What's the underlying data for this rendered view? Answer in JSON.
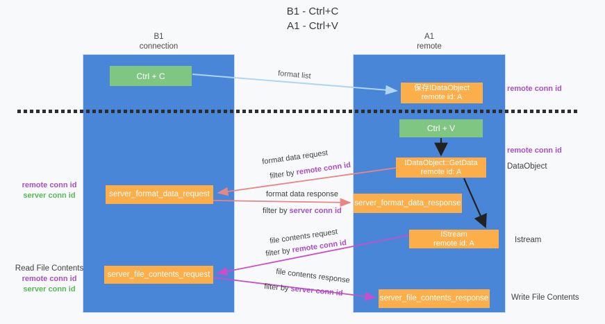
{
  "title": {
    "line1": "B1 - Ctrl+C",
    "line2": "A1 - Ctrl+V"
  },
  "lanes": {
    "left": {
      "name": "B1",
      "role": "connection"
    },
    "right": {
      "name": "A1",
      "role": "remote"
    }
  },
  "nodes": {
    "ctrl_c": {
      "label": "Ctrl + C"
    },
    "ctrl_v": {
      "label": "Ctrl + V"
    },
    "saved_idataobject": {
      "line1": "保存IDataObject",
      "line2": "remote id: A"
    },
    "getdata": {
      "line1": "IDataObject::GetData",
      "line2": "remote id: A"
    },
    "istream": {
      "line1": "IStream",
      "line2": "remote id: A"
    },
    "format_request": {
      "label": "server_format_data_request"
    },
    "format_response": {
      "label": "server_format_data_response"
    },
    "file_request": {
      "label": "server_file_contents_request"
    },
    "file_response": {
      "label": "server_file_contents_response"
    }
  },
  "flows": {
    "format_list": {
      "label": "format list"
    },
    "format_data_request": {
      "label": "format data request",
      "filter_prefix": "filter by",
      "filter_key": "remote conn id"
    },
    "format_data_response": {
      "label": "format data response",
      "filter_prefix": "filter by",
      "filter_key": "server conn id"
    },
    "file_contents_request": {
      "label": "file contents request",
      "filter_prefix": "filter by",
      "filter_key": "remote conn id"
    },
    "file_contents_response": {
      "label": "file contents response",
      "filter_prefix": "filter by",
      "filter_key": "server conn id"
    }
  },
  "side_labels": {
    "right_top_conn": "remote conn id",
    "right_mid_conn": "remote conn id",
    "dataobject": "DataObject",
    "istream": "Istream",
    "write_file": "Write File Contents",
    "left_mid_remote": "remote conn id",
    "left_mid_server": "server conn id",
    "read_file": "Read File Contents",
    "left_bottom_remote": "remote conn id",
    "left_bottom_server": "server conn id"
  },
  "colors": {
    "lane_blue": "#4a86d8",
    "box_green": "#7fc682",
    "box_orange": "#fbae49",
    "arrow_light_blue": "#aed5f2",
    "arrow_red": "#e88585",
    "arrow_magenta": "#c94fc9",
    "text_purple": "#a94fc6",
    "text_green": "#57b857",
    "text_dark": "#3f3f3f",
    "background": "#f8f9fa"
  }
}
